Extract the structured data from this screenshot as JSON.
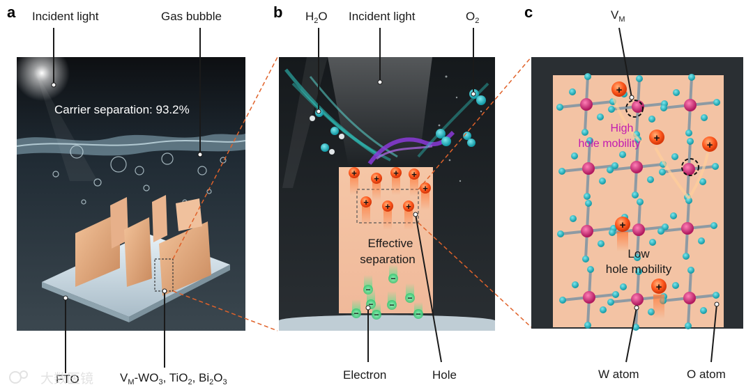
{
  "panels": {
    "a": {
      "letter": "a",
      "incident_light": "Incident light",
      "gas_bubble": "Gas bubble",
      "carrier_separation": "Carrier separation: 93.2%",
      "fto": "FTO",
      "materials": {
        "vm": "V",
        "vm_sub": "M",
        "wo": "-WO",
        "wo_sub": "3",
        "tio": ", TiO",
        "tio_sub": "2",
        "bio": ", Bi",
        "bio_sub1": "2",
        "bio_o": "O",
        "bio_sub2": "3"
      }
    },
    "b": {
      "letter": "b",
      "h2o": "H",
      "h2o_sub": "2",
      "h2o_o": "O",
      "incident_light": "Incident light",
      "o2": "O",
      "o2_sub": "2",
      "effective": "Effective",
      "separation": "separation",
      "electron": "Electron",
      "hole": "Hole"
    },
    "c": {
      "letter": "c",
      "vm": "V",
      "vm_sub": "M",
      "high": "High",
      "high_mobility": "hole mobility",
      "low": "Low",
      "low_mobility": "hole mobility",
      "w_atom": "W atom",
      "o_atom": "O atom"
    }
  },
  "symbols": {
    "plus": "+",
    "minus": "−"
  },
  "watermark": "大数医镜",
  "colors": {
    "hole": "#ff5a1f",
    "electron": "#4cd68a",
    "w_atom": "#d6357a",
    "o_atom": "#23bcc6",
    "crystal": "#f3c3a4",
    "accent_label": "#c21bb0"
  }
}
